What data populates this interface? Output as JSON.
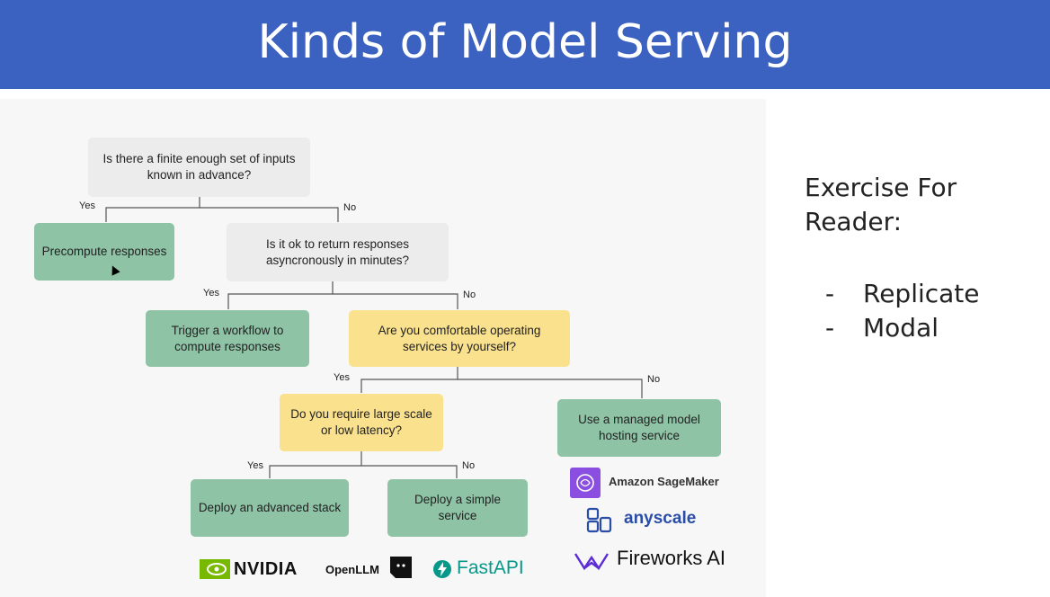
{
  "slide": {
    "title": "Kinds of Model Serving"
  },
  "flowchart": {
    "q1": "Is there a finite enough set of inputs known in advance?",
    "precompute": "Precompute responses",
    "q2": "Is it ok to return responses asyncronously in minutes?",
    "trigger": "Trigger a workflow to compute responses",
    "q3": "Are you comfortable operating services by yourself?",
    "q4": "Do you require large scale or low latency?",
    "managed": "Use a managed model hosting service",
    "advanced": "Deploy an advanced stack",
    "simple": "Deploy a simple service",
    "yes": "Yes",
    "no": "No"
  },
  "logos": {
    "sagemaker": "Amazon SageMaker",
    "anyscale": "anyscale",
    "fireworks": "Fireworks AI",
    "nvidia": "NVIDIA",
    "openllm": "OpenLLM",
    "fastapi": "FastAPI"
  },
  "aside": {
    "heading_line1": "Exercise For",
    "heading_line2": "Reader:",
    "items": [
      "Replicate",
      "Modal"
    ]
  },
  "colors": {
    "banner": "#3b62c0",
    "question": "#ececec",
    "decision": "#fae18e",
    "outcome": "#8fc3a6"
  }
}
